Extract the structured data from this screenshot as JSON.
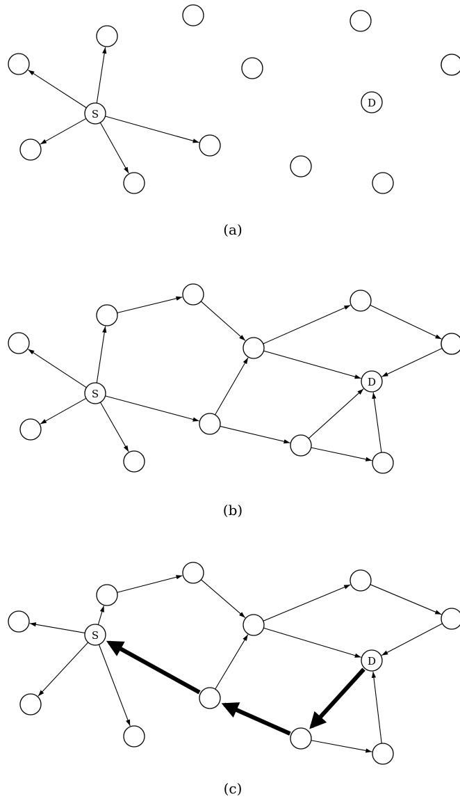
{
  "panels": [
    {
      "caption": "(a)",
      "nodes": [
        {
          "id": "S",
          "label": "S"
        },
        {
          "id": "D",
          "label": "D"
        },
        {
          "id": "n1"
        },
        {
          "id": "n2"
        },
        {
          "id": "n3"
        },
        {
          "id": "n4"
        },
        {
          "id": "n5"
        },
        {
          "id": "n6"
        },
        {
          "id": "n7"
        },
        {
          "id": "n8"
        },
        {
          "id": "n9"
        },
        {
          "id": "n10"
        },
        {
          "id": "n11"
        },
        {
          "id": "n12"
        }
      ],
      "edges": [
        {
          "from": "S",
          "to": "n2"
        },
        {
          "from": "S",
          "to": "n1"
        },
        {
          "from": "S",
          "to": "n3"
        },
        {
          "from": "S",
          "to": "n4"
        },
        {
          "from": "S",
          "to": "n5"
        }
      ]
    },
    {
      "caption": "(b)",
      "nodes": [
        {
          "id": "S",
          "label": "S"
        },
        {
          "id": "D",
          "label": "D"
        },
        {
          "id": "n1"
        },
        {
          "id": "n2"
        },
        {
          "id": "n3"
        },
        {
          "id": "n4"
        },
        {
          "id": "n5"
        },
        {
          "id": "n6"
        },
        {
          "id": "n7"
        },
        {
          "id": "n8"
        },
        {
          "id": "n9"
        },
        {
          "id": "n10"
        },
        {
          "id": "n11"
        },
        {
          "id": "n12"
        }
      ],
      "edges": [
        {
          "from": "S",
          "to": "n1"
        },
        {
          "from": "S",
          "to": "n2"
        },
        {
          "from": "S",
          "to": "n3"
        },
        {
          "from": "S",
          "to": "n4"
        },
        {
          "from": "S",
          "to": "n5"
        },
        {
          "from": "n2",
          "to": "n6"
        },
        {
          "from": "n6",
          "to": "n7"
        },
        {
          "from": "n5",
          "to": "n7"
        },
        {
          "from": "n7",
          "to": "n8"
        },
        {
          "from": "n7",
          "to": "D"
        },
        {
          "from": "n8",
          "to": "n9"
        },
        {
          "from": "n9",
          "to": "D"
        },
        {
          "from": "n5",
          "to": "n10"
        },
        {
          "from": "n10",
          "to": "D"
        },
        {
          "from": "n10",
          "to": "n11"
        },
        {
          "from": "n11",
          "to": "D"
        }
      ]
    },
    {
      "caption": "(c)",
      "nodes": [
        {
          "id": "S",
          "label": "S"
        },
        {
          "id": "D",
          "label": "D"
        },
        {
          "id": "n1"
        },
        {
          "id": "n2"
        },
        {
          "id": "n3"
        },
        {
          "id": "n4"
        },
        {
          "id": "n5"
        },
        {
          "id": "n6"
        },
        {
          "id": "n7"
        },
        {
          "id": "n8"
        },
        {
          "id": "n9"
        },
        {
          "id": "n10"
        },
        {
          "id": "n11"
        }
      ],
      "edges": [
        {
          "from": "S",
          "to": "n1"
        },
        {
          "from": "S",
          "to": "n2"
        },
        {
          "from": "S",
          "to": "n3"
        },
        {
          "from": "S",
          "to": "n4"
        },
        {
          "from": "n2",
          "to": "n6"
        },
        {
          "from": "n6",
          "to": "n7"
        },
        {
          "from": "n5",
          "to": "n7"
        },
        {
          "from": "n7",
          "to": "n8"
        },
        {
          "from": "n7",
          "to": "D"
        },
        {
          "from": "n8",
          "to": "n9"
        },
        {
          "from": "n9",
          "to": "D"
        },
        {
          "from": "n10",
          "to": "n11"
        },
        {
          "from": "n11",
          "to": "D"
        }
      ],
      "route_edges": [
        {
          "from": "D",
          "to": "n10"
        },
        {
          "from": "n10",
          "to": "n5"
        },
        {
          "from": "n5",
          "to": "S"
        }
      ]
    }
  ]
}
